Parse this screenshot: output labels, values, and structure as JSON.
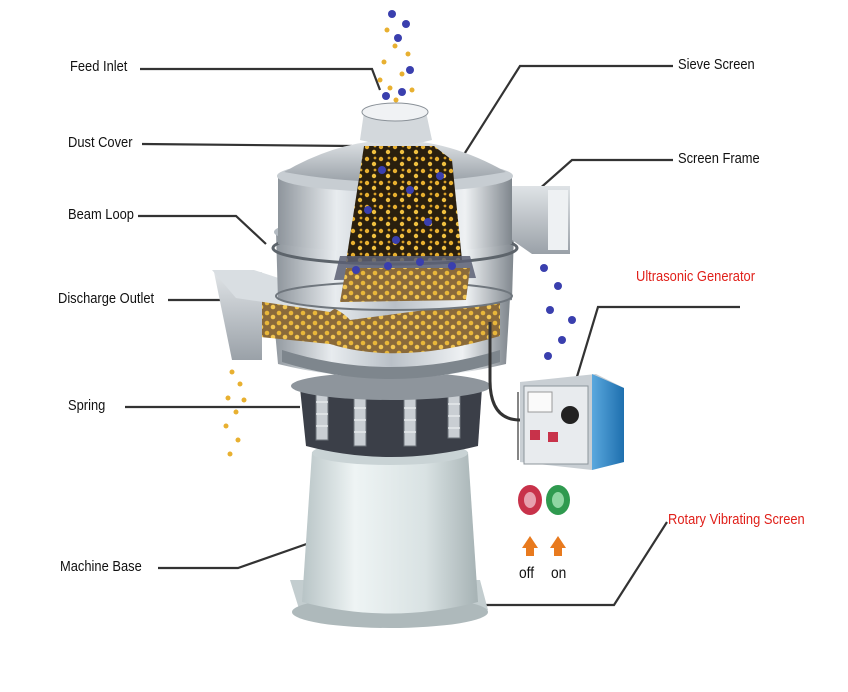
{
  "labels": {
    "feed_inlet": "Feed Inlet",
    "dust_cover": "Dust Cover",
    "beam_loop": "Beam Loop",
    "discharge_outlet": "Discharge Outlet",
    "spring": "Spring",
    "machine_base": "Machine Base",
    "sieve_screen": "Sieve Screen",
    "screen_frame": "Screen Frame",
    "ultrasonic_generator": "Ultrasonic Generator",
    "rotary_vibrating_screen": "Rotary Vibrating Screen",
    "off": "off",
    "on": "on"
  },
  "colors": {
    "label_text": "#111111",
    "highlight_text": "#e0201a",
    "leader_line": "#333333",
    "steel": "#c9cfd6",
    "particle_gold": "#e8b030",
    "particle_blue": "#3a3fae",
    "generator_blue": "#2f88c9",
    "button_off": "#c8324a",
    "button_on": "#2f9a4f",
    "arrow": "#e87a1e"
  },
  "icons": {
    "off_button": "red-push-button-icon",
    "on_button": "green-push-button-icon",
    "arrows": "orange-up-arrow-icon"
  }
}
